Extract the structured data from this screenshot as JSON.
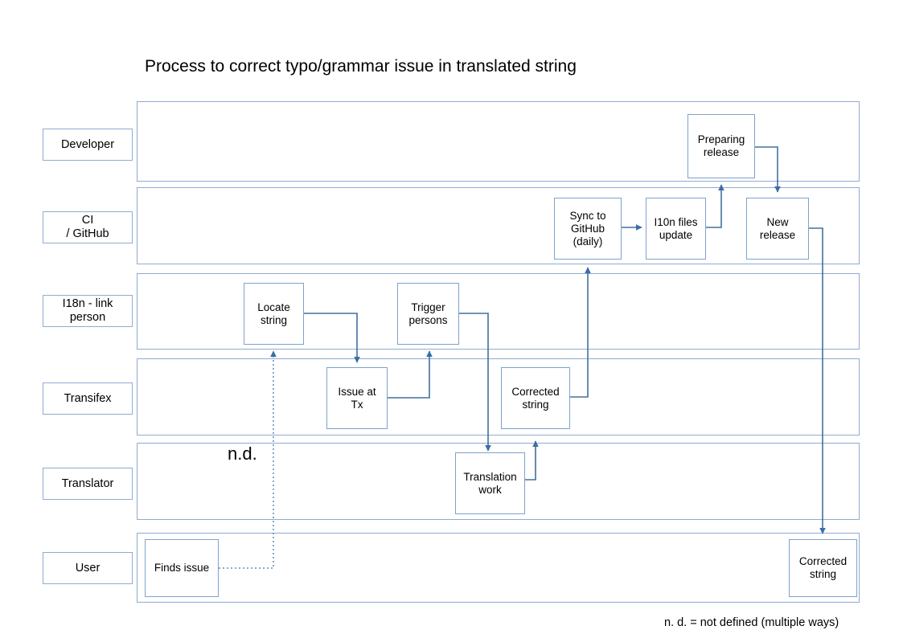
{
  "title": "Process to correct typo/grammar issue in translated string",
  "legend": {
    "nd_marker": "n.d.",
    "note": "n. d. = not defined (multiple ways)"
  },
  "colors": {
    "lane_border": "#8fabd0",
    "node_border": "#7fa2cc",
    "connector": "#42709e",
    "background": "#ffffff",
    "text": "#000000"
  },
  "lanes": [
    {
      "id": "developer",
      "label": "Developer"
    },
    {
      "id": "ci-github",
      "label": "CI\n/ GitHub",
      "label_line1": "CI",
      "label_line2": "/ GitHub"
    },
    {
      "id": "i18n-link-person",
      "label": "I18n - link person",
      "label_line1": "I18n - link",
      "label_line2": "person"
    },
    {
      "id": "transifex",
      "label": "Transifex"
    },
    {
      "id": "translator",
      "label": "Translator"
    },
    {
      "id": "user",
      "label": "User"
    }
  ],
  "nodes": [
    {
      "id": "preparing-release",
      "lane": "developer",
      "label": "Preparing release",
      "line1": "Preparing",
      "line2": "release"
    },
    {
      "id": "sync-to-github",
      "lane": "ci-github",
      "label": "Sync to GitHub (daily)",
      "line1": "Sync to",
      "line2": "GitHub",
      "line3": "(daily)"
    },
    {
      "id": "l10n-files-update",
      "lane": "ci-github",
      "label": "I10n files update",
      "line1": "I10n files",
      "line2": "update"
    },
    {
      "id": "new-release",
      "lane": "ci-github",
      "label": "New release",
      "line1": "New",
      "line2": "release"
    },
    {
      "id": "locate-string",
      "lane": "i18n-link-person",
      "label": "Locate string",
      "line1": "Locate",
      "line2": "string"
    },
    {
      "id": "trigger-persons",
      "lane": "i18n-link-person",
      "label": "Trigger persons",
      "line1": "Trigger",
      "line2": "persons"
    },
    {
      "id": "issue-at-tx",
      "lane": "transifex",
      "label": "Issue at Tx",
      "line1": "Issue at",
      "line2": "Tx"
    },
    {
      "id": "corrected-string-tx",
      "lane": "transifex",
      "label": "Corrected string",
      "line1": "Corrected",
      "line2": "string"
    },
    {
      "id": "translation-work",
      "lane": "translator",
      "label": "Translation work",
      "line1": "Translation",
      "line2": "work"
    },
    {
      "id": "finds-issue",
      "lane": "user",
      "label": "Finds issue",
      "line1": "Finds issue"
    },
    {
      "id": "corrected-string-user",
      "lane": "user",
      "label": "Corrected string",
      "line1": "Corrected",
      "line2": "string"
    }
  ],
  "edges": [
    {
      "id": "finds-issue-to-locate-string",
      "from": "finds-issue",
      "to": "locate-string",
      "style": "dotted"
    },
    {
      "id": "locate-string-to-issue-at-tx",
      "from": "locate-string",
      "to": "issue-at-tx",
      "style": "solid"
    },
    {
      "id": "issue-at-tx-to-trigger-persons",
      "from": "issue-at-tx",
      "to": "trigger-persons",
      "style": "solid"
    },
    {
      "id": "trigger-persons-to-translation-work",
      "from": "trigger-persons",
      "to": "translation-work",
      "style": "solid"
    },
    {
      "id": "translation-work-to-corrected-string",
      "from": "translation-work",
      "to": "corrected-string-tx",
      "style": "solid"
    },
    {
      "id": "corrected-string-to-sync-to-github",
      "from": "corrected-string-tx",
      "to": "sync-to-github",
      "style": "solid"
    },
    {
      "id": "sync-to-github-to-l10n-files-update",
      "from": "sync-to-github",
      "to": "l10n-files-update",
      "style": "solid"
    },
    {
      "id": "l10n-files-update-to-preparing-release",
      "from": "l10n-files-update",
      "to": "preparing-release",
      "style": "solid"
    },
    {
      "id": "preparing-release-to-new-release",
      "from": "preparing-release",
      "to": "new-release",
      "style": "solid"
    },
    {
      "id": "new-release-to-corrected-string-user",
      "from": "new-release",
      "to": "corrected-string-user",
      "style": "solid"
    }
  ]
}
